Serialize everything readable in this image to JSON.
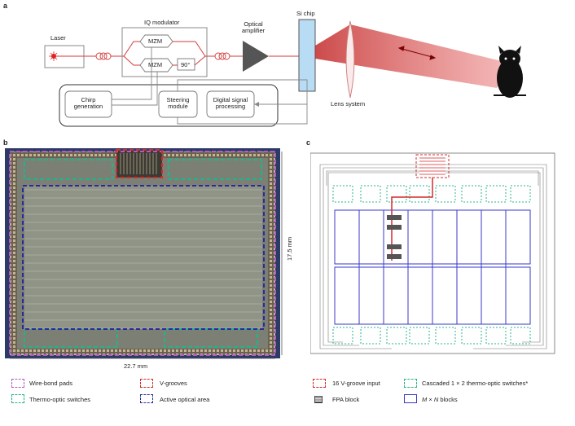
{
  "panel_a": {
    "letter": "a",
    "laser": "Laser",
    "iq_modulator": "IQ modulator",
    "mzm_top": "MZM",
    "mzm_bottom": "MZM",
    "phase_shift": "90°",
    "amplifier_line1": "Optical",
    "amplifier_line2": "amplifier",
    "si_chip": "Si chip",
    "lens_system": "Lens system",
    "chirp_line1": "Chirp",
    "chirp_line2": "generation",
    "steering_line1": "Steering",
    "steering_line2": "module",
    "dsp_line1": "Digital signal",
    "dsp_line2": "processing",
    "colors": {
      "beam": "#d43a3a",
      "chip": "#b9dcf5",
      "amplifier": "#555555"
    }
  },
  "panel_b": {
    "letter": "b",
    "height_label": "17.5 mm",
    "width_label": "22.7 mm",
    "colors": {
      "wire_bond": "#b05cc8",
      "vgroove": "#d42a2a",
      "thermo_optic": "#1fb58a",
      "active_area": "#2a2a9e"
    }
  },
  "panel_c": {
    "letter": "c",
    "colors": {
      "block": "#3a3ac8",
      "switch": "#27b58c",
      "input": "#d42a2a"
    }
  },
  "legend": {
    "wire_bond": "Wire-bond pads",
    "vgrooves": "V-grooves",
    "thermo_optic": "Thermo-optic switches",
    "active_area": "Active optical area",
    "vgroove_input": "16 V-groove input",
    "cascaded": "Cascaded 1 × 2 thermo-optic switches*",
    "fpa_block": "FPA block",
    "mn_m": "M",
    "mn_x": " × ",
    "mn_n": "N",
    "mn_blocks": " blocks"
  }
}
